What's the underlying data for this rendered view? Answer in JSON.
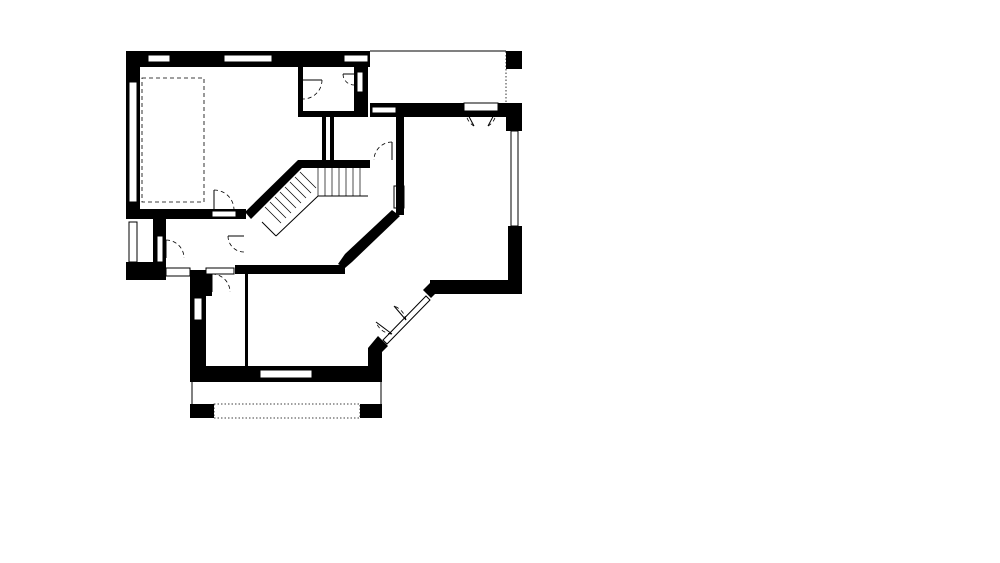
{
  "drawing": {
    "type": "floor-plan",
    "style": "black-solid-walls",
    "colors": {
      "wall": "#000000",
      "background": "#ffffff",
      "line": "#000000"
    },
    "elements": [
      "bedroom-bed",
      "staircase",
      "stove-symbol",
      "balcony",
      "terrace",
      "swing-doors",
      "casement-windows",
      "diagonal-glazed-wall"
    ]
  }
}
